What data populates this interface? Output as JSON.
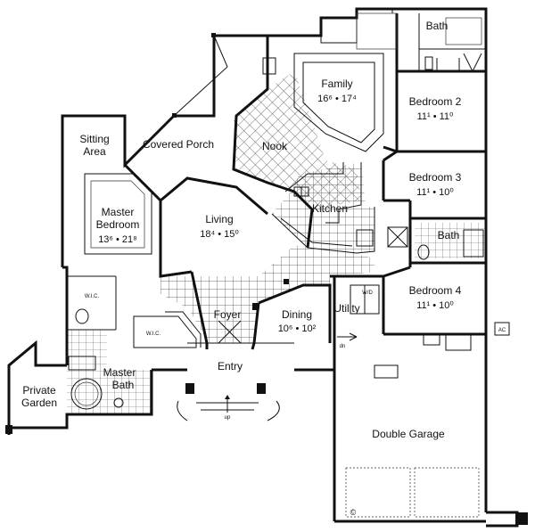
{
  "rooms": {
    "family": {
      "name": "Family",
      "dim": "16⁶ • 17⁴"
    },
    "bath_top": {
      "name": "Bath"
    },
    "bedroom2": {
      "name": "Bedroom 2",
      "dim": "11¹ • 11⁰"
    },
    "bedroom3": {
      "name": "Bedroom 3",
      "dim": "11¹ • 10⁰"
    },
    "bath_mid": {
      "name": "Bath"
    },
    "bedroom4": {
      "name": "Bedroom 4",
      "dim": "11¹ • 10⁰"
    },
    "sitting_area": {
      "name_line1": "Sitting",
      "name_line2": "Area"
    },
    "covered_porch": {
      "name": "Covered Porch"
    },
    "nook": {
      "name": "Nook"
    },
    "kitchen": {
      "name": "Kitchen"
    },
    "master_bedroom": {
      "name_line1": "Master",
      "name_line2": "Bedroom",
      "dim": "13⁶ • 21⁸"
    },
    "living": {
      "name": "Living",
      "dim": "18⁴ • 15⁰"
    },
    "foyer": {
      "name": "Foyer"
    },
    "dining": {
      "name": "Dining",
      "dim": "10⁶ • 10²"
    },
    "utility": {
      "name": "Utility"
    },
    "master_bath": {
      "name_line1": "Master",
      "name_line2": "Bath"
    },
    "private_garden": {
      "name_line1": "Private",
      "name_line2": "Garden"
    },
    "entry": {
      "name": "Entry"
    },
    "double_garage": {
      "name": "Double Garage"
    }
  },
  "small_labels": {
    "wic": "W.I.C.",
    "up": "up",
    "dn": "dn",
    "wd": "W/D",
    "ac": "AC",
    "copyright": "©"
  }
}
